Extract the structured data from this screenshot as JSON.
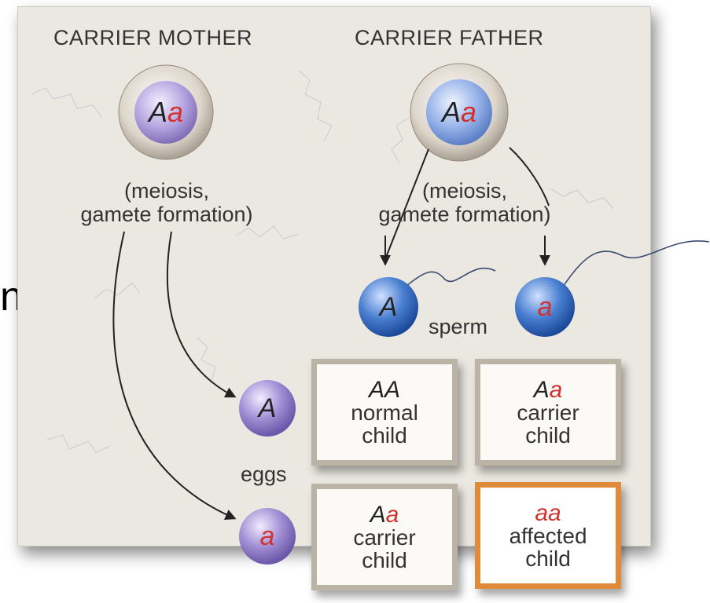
{
  "stray_text": "n",
  "mother": {
    "caption": "CARRIER MOTHER",
    "genotype_A": "A",
    "genotype_a": "a",
    "meiosis_line1": "(meiosis,",
    "meiosis_line2": "gamete formation)"
  },
  "father": {
    "caption": "CARRIER FATHER",
    "genotype_A": "A",
    "genotype_a": "a",
    "meiosis_line1": "(meiosis,",
    "meiosis_line2": "gamete formation)"
  },
  "sperm": {
    "label": "sperm",
    "allele1": "A",
    "allele2": "a"
  },
  "eggs": {
    "label": "eggs",
    "allele1": "A",
    "allele2": "a"
  },
  "cells": [
    {
      "g1": "A",
      "g2": "A",
      "line1": "normal",
      "line2": "child"
    },
    {
      "g1": "A",
      "g2": "a",
      "line1": "carrier",
      "line2": "child"
    },
    {
      "g1": "A",
      "g2": "a",
      "line1": "carrier",
      "line2": "child"
    },
    {
      "g1": "a",
      "g2": "a",
      "line1": "affected",
      "line2": "child"
    }
  ],
  "colors": {
    "panel": "#ebe7e1",
    "egg": "#9b86c9",
    "sperm": "#3f72c4",
    "recessive_allele": "#d2322d",
    "affected_border": "#e08a3c",
    "cell_border": "#bcb3a7"
  }
}
